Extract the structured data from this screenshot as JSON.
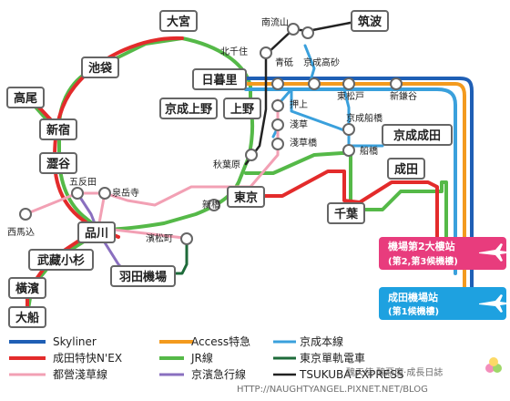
{
  "stations": {
    "omiya": "大宮",
    "minaminagareyama": "南流山",
    "tsukuba": "筑波",
    "kitasenju": "北千住",
    "aotoa": "青砥",
    "keisei_takasago": "京成高砂",
    "ikebukuro": "池袋",
    "nippori": "日暮里",
    "keisei_ueno": "京成上野",
    "ueno": "上野",
    "oshiage": "押上",
    "higashimatsudo": "東松戸",
    "shinkamagaya": "新鎌谷",
    "takao": "高尾",
    "shinjuku": "新宿",
    "asakusa": "淺草",
    "keisei_funabashi": "京成船橋",
    "keisei_narita": "京成成田",
    "asakusabashi": "淺草橋",
    "funabashi": "船橋",
    "shibuya": "澀谷",
    "akihabara": "秋葉原",
    "narita": "成田",
    "gotanda": "五反田",
    "sengakuji": "泉岳寺",
    "shinbashi": "新橋",
    "tokyo": "東京",
    "chiba": "千葉",
    "nishimagome": "西馬込",
    "shinagawa": "品川",
    "hamamatsucho": "濱松町",
    "musashikosugi": "武藏小杉",
    "haneda": "羽田機場",
    "yokohama": "橫濱",
    "ofuna": "大船"
  },
  "airports": {
    "t2_line1": "機場第2大樓站",
    "t2_line2": "(第2,第3候機樓)",
    "t1_line1": "成田機場站",
    "t1_line2": "(第1候機樓)"
  },
  "legend": [
    {
      "label": "Skyliner",
      "color": "#1f5fb5"
    },
    {
      "label": "Access特急",
      "color": "#f39a1e"
    },
    {
      "label": "京成本線",
      "color": "#3aa0dc"
    },
    {
      "label": "成田特快N'EX",
      "color": "#e32b2b"
    },
    {
      "label": "JR線",
      "color": "#55b948"
    },
    {
      "label": "東京單軌電車",
      "color": "#1e6b3a"
    },
    {
      "label": "都營淺草線",
      "color": "#f2a0b4"
    },
    {
      "label": "京濱急行線",
      "color": "#8a6fbf"
    },
    {
      "label": "TSUKUBA EXPRESS",
      "color": "#222222"
    }
  ],
  "watermark": {
    "line1": "醜天使‧醜惡魔‧成長日誌",
    "line2": "HTTP://NAUGHTYANGEL.PIXNET.NET/BLOG"
  }
}
